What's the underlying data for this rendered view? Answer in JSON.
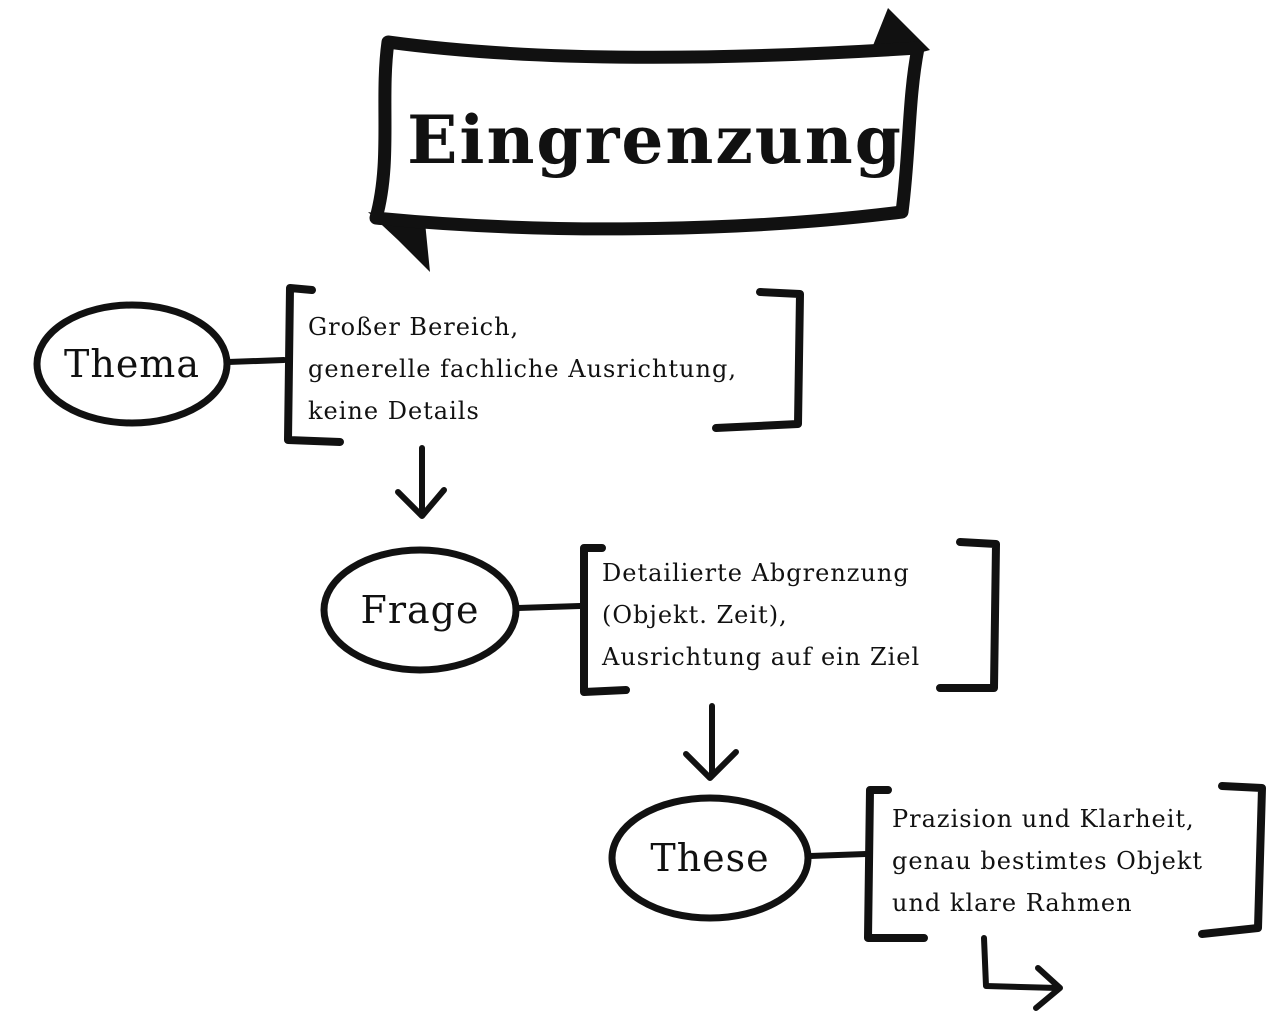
{
  "title": "Eingrenzung",
  "nodes": [
    {
      "label": "Thema",
      "lines": [
        "Großer Bereich,",
        "generelle fachliche Ausrichtung,",
        "keine Details"
      ]
    },
    {
      "label": "Frage",
      "lines": [
        "Detailierte Abgrenzung",
        "(Objekt. Zeit),",
        "Ausrichtung auf ein Ziel"
      ]
    },
    {
      "label": "These",
      "lines": [
        "Prazision und Klarheit,",
        "genau bestimtes Objekt",
        "und klare Rahmen"
      ]
    }
  ],
  "colors": {
    "ink": "#111111",
    "background": "#ffffff"
  }
}
